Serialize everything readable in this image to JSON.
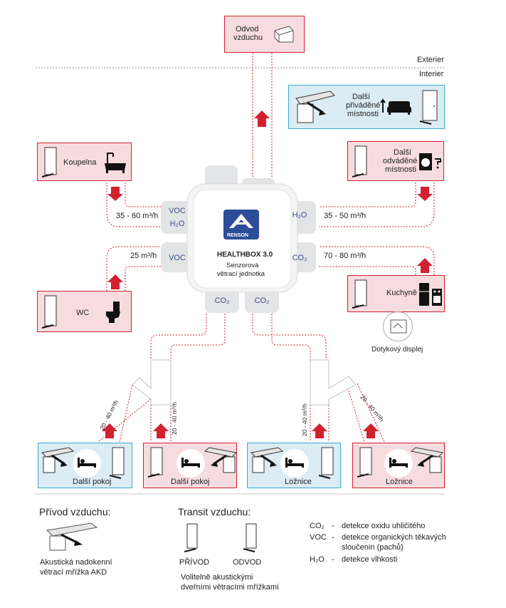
{
  "zones": {
    "exterior": "Exterier",
    "interior": "Interier"
  },
  "unit": {
    "brand": "RENSON",
    "name": "HEALTHBOX 3.0",
    "subtitle_line1": "Senzorová",
    "subtitle_line2": "větrací jednotka",
    "ports": {
      "voc_top_left": "VOC",
      "h2o_left": "H₂O",
      "h2o_right": "H₂O",
      "voc_mid_left": "VOC",
      "co2_mid_right": "CO₂",
      "co2_bottom_left": "CO₂",
      "co2_bottom_right": "CO₂"
    }
  },
  "rooms": {
    "odvod_line1": "Odvod",
    "odvod_line2": "vzduchu",
    "dalsi_privadene_line1": "Další",
    "dalsi_privadene_line2": "přiváděné",
    "dalsi_privadene_line3": "místnosti",
    "koupelna": "Koupelna",
    "dalsi_odvadene_line1": "Další",
    "dalsi_odvadene_line2": "odváděné",
    "dalsi_odvadene_line3": "místnosti",
    "wc": "WC",
    "kuchyne": "Kuchyně",
    "dotykovy_displej": "Dotykový displej",
    "bottom_1": "Další pokoj",
    "bottom_2": "Další pokoj",
    "bottom_3": "Ložnice",
    "bottom_4": "Ložnice"
  },
  "flows": {
    "koupelna": "35 - 60 m³/h",
    "dalsi_odvadene": "35 - 50 m³/h",
    "wc": "25 m³/h",
    "kuchyne": "70 - 80 m³/h",
    "bottom_1": "20 - 40 m³/h",
    "bottom_2": "20 - 40 m³/h",
    "bottom_3": "20 - 40 m³/h",
    "bottom_4": "20 - 40 m³/h"
  },
  "legend": {
    "privod_title": "Přívod vzduchu:",
    "privod_desc_line1": "Akustická nadokenní",
    "privod_desc_line2": "větrací mřížka AKD",
    "transit_title": "Transit vzduchu:",
    "transit_privod": "PŘÍVOD",
    "transit_odvod": "ODVOD",
    "transit_desc_line1": "Volitelně akustickými",
    "transit_desc_line2": "dveřními větracími mřížkami",
    "co2_abbr": "CO₂",
    "co2_text": "detekce oxidu uhličitého",
    "voc_abbr": "VOC",
    "voc_text_line1": "detekce organických těkavých",
    "voc_text_line2": "sloučenin (pachů)",
    "h2o_abbr": "H₂O",
    "h2o_text": "detekce vlhkosti",
    "dash": "-"
  },
  "colors": {
    "supply_red": "#d2202f",
    "room_red_fill": "#f7dcdf",
    "room_blue_border": "#3aa9d6",
    "room_blue_fill": "#dcecf4",
    "duct_grey": "#e3e4e6",
    "brand_blue": "#2d4d9a"
  }
}
